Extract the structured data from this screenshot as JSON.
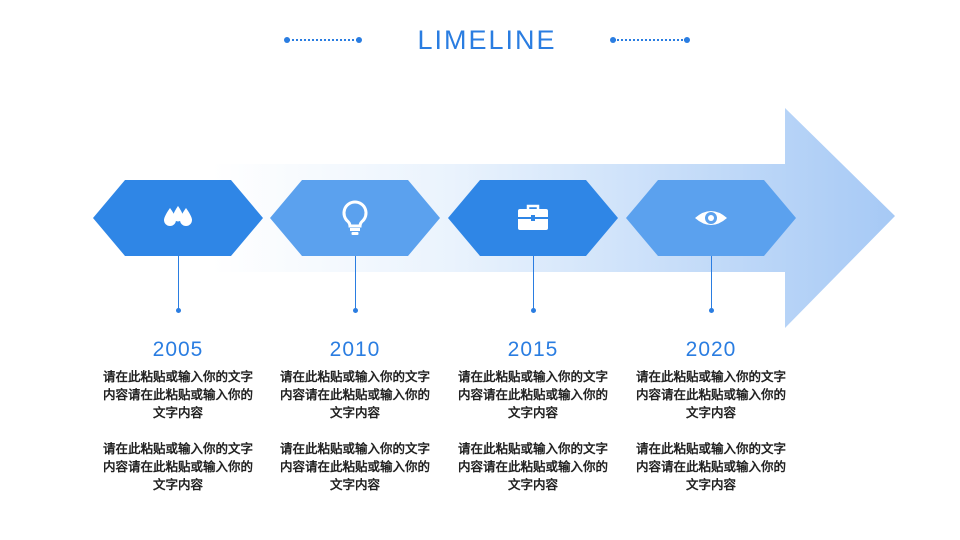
{
  "title": "LIMELINE",
  "colors": {
    "accent": "#2a7de1",
    "hex_dark": "#2f86e6",
    "hex_light": "#5ba1ee",
    "arrow_light": "#eaf3fd",
    "arrow_dark": "#a6c9f5"
  },
  "milestones": [
    {
      "year": "2005",
      "icon": "water-drops-icon",
      "text1": "请在此粘贴或输入你的文字内容请在此粘贴或输入你的文字内容",
      "text2": "请在此粘贴或输入你的文字内容请在此粘贴或输入你的文字内容"
    },
    {
      "year": "2010",
      "icon": "lightbulb-icon",
      "text1": "请在此粘贴或输入你的文字内容请在此粘贴或输入你的文字内容",
      "text2": "请在此粘贴或输入你的文字内容请在此粘贴或输入你的文字内容"
    },
    {
      "year": "2015",
      "icon": "briefcase-icon",
      "text1": "请在此粘贴或输入你的文字内容请在此粘贴或输入你的文字内容",
      "text2": "请在此粘贴或输入你的文字内容请在此粘贴或输入你的文字内容"
    },
    {
      "year": "2020",
      "icon": "eye-icon",
      "text1": "请在此粘贴或输入你的文字内容请在此粘贴或输入你的文字内容",
      "text2": "请在此粘贴或输入你的文字内容请在此粘贴或输入你的文字内容"
    }
  ]
}
